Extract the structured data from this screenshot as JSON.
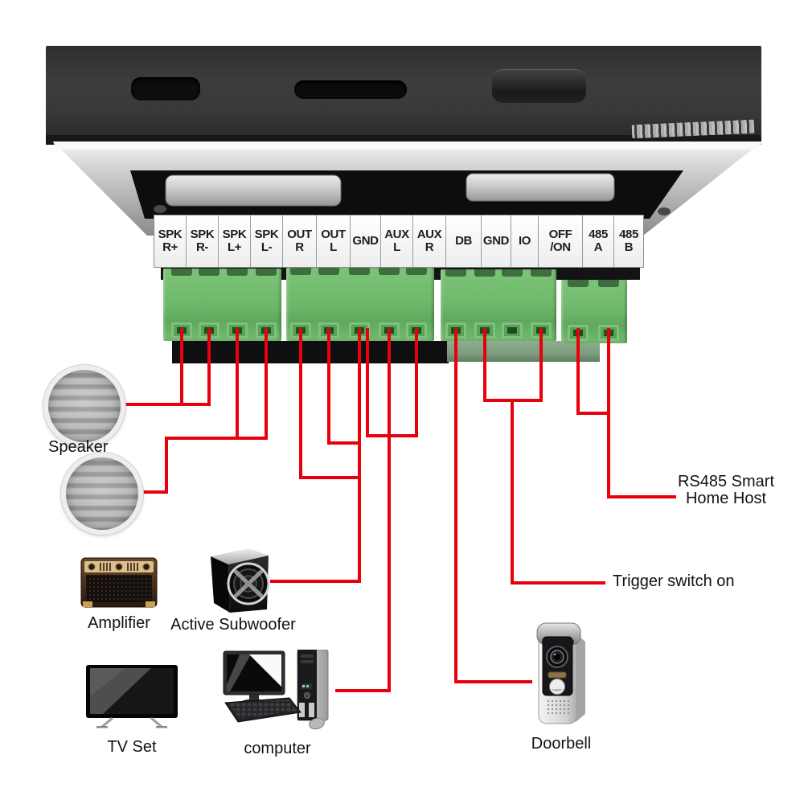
{
  "terminal_strip": {
    "labels": [
      [
        "SPK",
        "R+"
      ],
      [
        "SPK",
        "R-"
      ],
      [
        "SPK",
        "L+"
      ],
      [
        "SPK",
        "L-"
      ],
      [
        "OUT",
        "R"
      ],
      [
        "OUT",
        "L"
      ],
      [
        "GND"
      ],
      [
        "AUX",
        "L"
      ],
      [
        "AUX",
        "R"
      ],
      [
        "DB"
      ],
      [
        "GND"
      ],
      [
        "IO"
      ],
      [
        "OFF",
        "/ON"
      ],
      [
        "485",
        "A"
      ],
      [
        "485",
        "B"
      ]
    ]
  },
  "device_labels": {
    "speaker": "Speaker",
    "amplifier": "Amplifier",
    "subwoofer": "Active Subwoofer",
    "tv": "TV Set",
    "computer": "computer",
    "doorbell": "Doorbell",
    "rs485_line1": "RS485 Smart",
    "rs485_line2": "Home Host",
    "trigger": "Trigger switch on"
  },
  "connections": [
    {
      "terminals": [
        "SPK R+",
        "SPK R-"
      ],
      "device": "Speaker"
    },
    {
      "terminals": [
        "SPK L+",
        "SPK L-"
      ],
      "device": "Speaker"
    },
    {
      "terminals": [
        "OUT R",
        "OUT L",
        "GND"
      ],
      "device": "Active Subwoofer"
    },
    {
      "terminals": [
        "GND",
        "AUX L",
        "AUX R"
      ],
      "device": "computer"
    },
    {
      "terminals": [
        "DB"
      ],
      "device": "Doorbell"
    },
    {
      "terminals": [
        "GND",
        "OFF/ON"
      ],
      "device": "Trigger switch on"
    },
    {
      "terminals": [
        "485 A",
        "485 B"
      ],
      "device": "RS485 Smart Home Host"
    }
  ],
  "colors": {
    "wire": "#e8000d",
    "terminal_block_green": "#6eb86b",
    "label_text": "#121212"
  }
}
